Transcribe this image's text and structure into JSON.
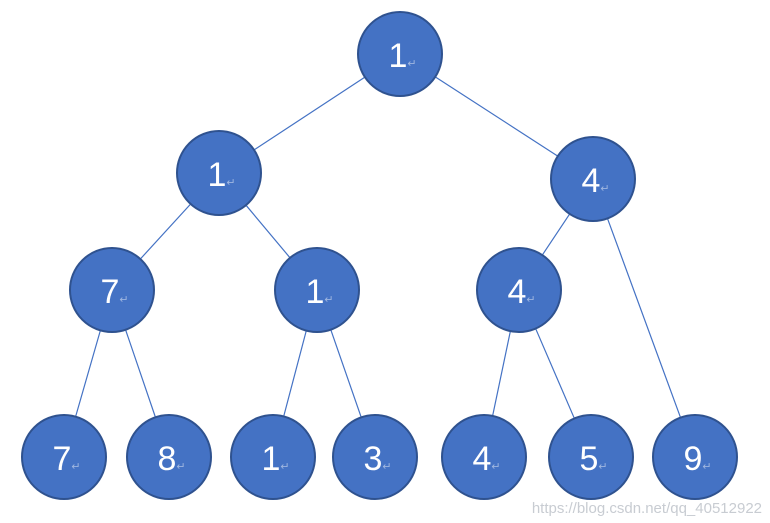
{
  "nodes": [
    {
      "id": "n0",
      "label": "1"
    },
    {
      "id": "n1",
      "label": "1"
    },
    {
      "id": "n2",
      "label": "4"
    },
    {
      "id": "n3",
      "label": "7"
    },
    {
      "id": "n4",
      "label": "1"
    },
    {
      "id": "n5",
      "label": "4"
    },
    {
      "id": "n6",
      "label": "7"
    },
    {
      "id": "n7",
      "label": "8"
    },
    {
      "id": "n8",
      "label": "1"
    },
    {
      "id": "n9",
      "label": "3"
    },
    {
      "id": "n10",
      "label": "4"
    },
    {
      "id": "n11",
      "label": "5"
    },
    {
      "id": "n12",
      "label": "9"
    }
  ],
  "edges": [
    [
      "n0",
      "n1"
    ],
    [
      "n0",
      "n2"
    ],
    [
      "n1",
      "n3"
    ],
    [
      "n1",
      "n4"
    ],
    [
      "n2",
      "n5"
    ],
    [
      "n2",
      "n12"
    ],
    [
      "n3",
      "n6"
    ],
    [
      "n3",
      "n7"
    ],
    [
      "n4",
      "n8"
    ],
    [
      "n4",
      "n9"
    ],
    [
      "n5",
      "n10"
    ],
    [
      "n5",
      "n11"
    ]
  ],
  "paragraph_mark": "↵",
  "watermark": "https://blog.csdn.net/qq_40512922",
  "colors": {
    "node_fill": "#4472C4",
    "node_stroke": "#2F528F",
    "edge": "#4472C4"
  }
}
